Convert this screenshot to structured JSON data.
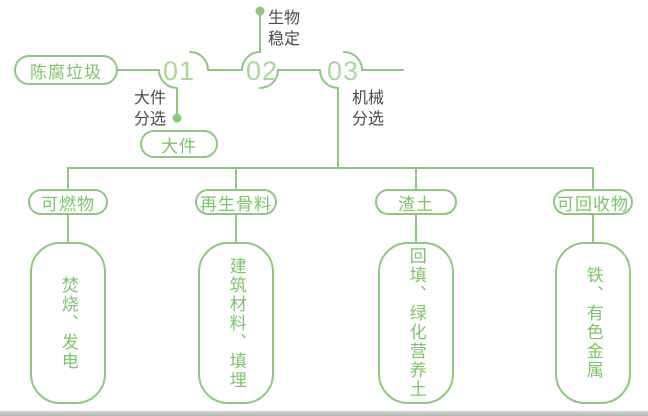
{
  "colors": {
    "line": "#8cc87e",
    "pill_text": "#7cc46a",
    "step_number": "#a9d89b",
    "label_text": "#4b4b4b",
    "footer_bar": "#c6c9c5"
  },
  "flow": {
    "source": "陈腐垃圾",
    "steps": [
      {
        "number": "01",
        "label": "大件\n分选",
        "output": "大件"
      },
      {
        "number": "02",
        "label": "生物\n稳定"
      },
      {
        "number": "03",
        "label": "机械\n分选"
      }
    ]
  },
  "outputs": [
    {
      "category": "可燃物",
      "result": "焚烧、发电"
    },
    {
      "category": "再生骨料",
      "result": "建筑材料、填埋"
    },
    {
      "category": "渣土",
      "result": "回填、绿化营养土"
    },
    {
      "category": "可回收物",
      "result": "铁、有色金属"
    }
  ]
}
